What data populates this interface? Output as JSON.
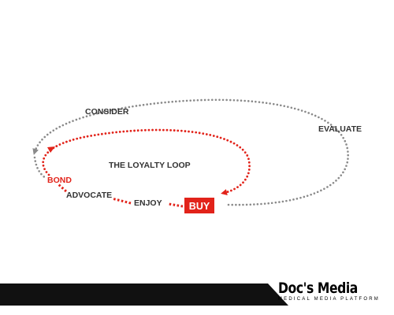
{
  "diagram": {
    "stages": {
      "consider": "CONSIDER",
      "evaluate": "EVALUATE",
      "buy": "BUY",
      "enjoy": "ENJOY",
      "advocate": "ADVOCATE",
      "bond": "BOND"
    },
    "loop_title": "THE LOYALTY LOOP"
  },
  "brand": {
    "name": "Doc's Media",
    "tagline": "MEDICAL MEDIA PLATFORM"
  },
  "colors": {
    "accent_red": "#e2231a",
    "dot_gray": "#8a8a8a",
    "text_dark": "#333333",
    "footer_black": "#111111"
  }
}
